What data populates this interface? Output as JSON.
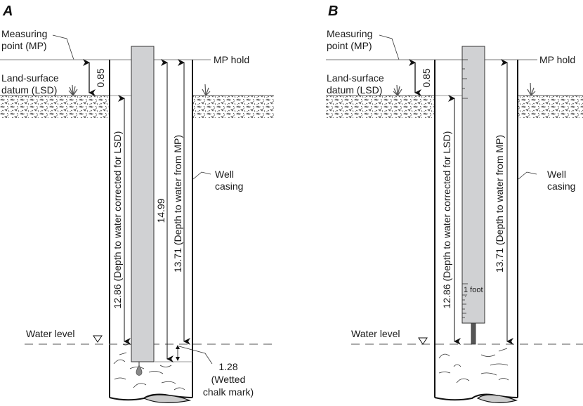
{
  "panels": [
    {
      "id": "A",
      "label": "A",
      "measuring_point_label": [
        "Measuring",
        "point (MP)"
      ],
      "lsd_label": [
        "Land-surface",
        "datum (LSD)"
      ],
      "mp_hold_label": "MP hold",
      "mp_lsd_offset": "0.85",
      "depth_corrected_label": "12.86 (Depth to water corrected for LSD)",
      "hold_length_label": "14.99",
      "depth_from_mp_label": "13.71 (Depth to water from MP)",
      "well_casing_label": [
        "Well",
        "casing"
      ],
      "water_level_label": "Water level",
      "chalk_mark_label": [
        "1.28",
        "(Wetted",
        "chalk mark)"
      ]
    },
    {
      "id": "B",
      "label": "B",
      "measuring_point_label": [
        "Measuring",
        "point (MP)"
      ],
      "lsd_label": [
        "Land-surface",
        "datum (LSD)"
      ],
      "mp_hold_label": "MP hold",
      "mp_lsd_offset": "0.85",
      "depth_corrected_label": "12.86 (Depth to water corrected for LSD)",
      "depth_from_mp_label": "13.71 (Depth to water from MP)",
      "well_casing_label": [
        "Well",
        "casing"
      ],
      "water_level_label": "Water level",
      "scale_label": "1 foot"
    }
  ],
  "colors": {
    "line": "#111111",
    "tape": "#d0d1d3",
    "ground_line": "#9a9a9a",
    "water_dash": "#777777",
    "weight": "#888888"
  }
}
